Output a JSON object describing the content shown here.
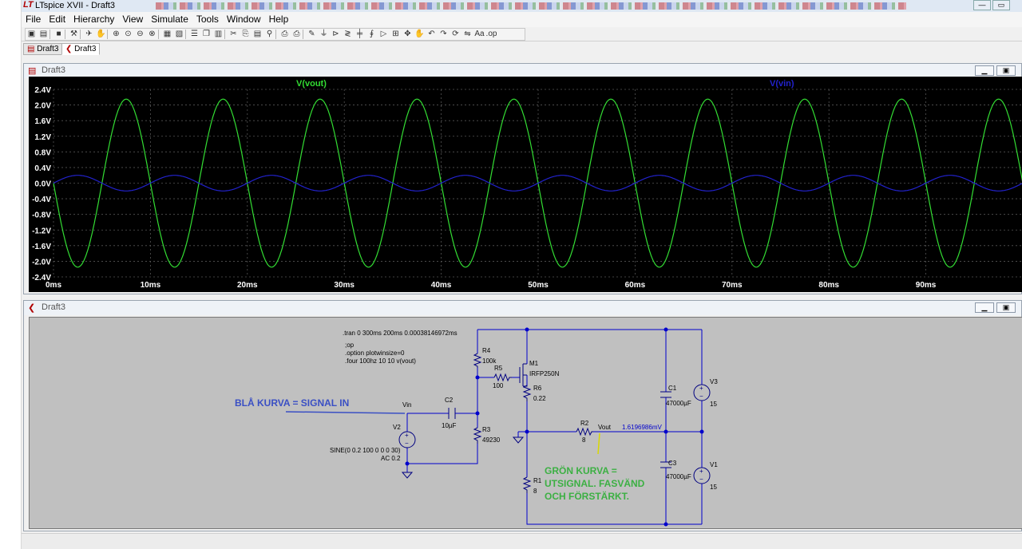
{
  "window": {
    "title": "LTspice XVII - Draft3"
  },
  "menu": [
    "File",
    "Edit",
    "Hierarchy",
    "View",
    "Simulate",
    "Tools",
    "Window",
    "Help"
  ],
  "tabs": [
    {
      "label": "Draft3",
      "icon": "waveform-icon"
    },
    {
      "label": "Draft3",
      "icon": "schematic-icon"
    }
  ],
  "plot_window": {
    "title": "Draft3"
  },
  "schematic_window": {
    "title": "Draft3"
  },
  "chart_data": {
    "type": "line",
    "x_unit": "ms",
    "xlim": [
      0,
      100
    ],
    "ylim": [
      -2.4,
      2.4
    ],
    "x_ticks": [
      "0ms",
      "10ms",
      "20ms",
      "30ms",
      "40ms",
      "50ms",
      "60ms",
      "70ms",
      "80ms",
      "90ms"
    ],
    "x_tick_values": [
      0,
      10,
      20,
      30,
      40,
      50,
      60,
      70,
      80,
      90
    ],
    "y_ticks": [
      "2.4V",
      "2.0V",
      "1.6V",
      "1.2V",
      "0.8V",
      "0.4V",
      "0.0V",
      "-0.4V",
      "-0.8V",
      "-1.2V",
      "-1.6V",
      "-2.0V",
      "-2.4V"
    ],
    "y_tick_values": [
      2.4,
      2.0,
      1.6,
      1.2,
      0.8,
      0.4,
      0.0,
      -0.4,
      -0.8,
      -1.2,
      -1.6,
      -2.0,
      -2.4
    ],
    "grid": true,
    "series": [
      {
        "name": "V(vout)",
        "color": "#33dd33",
        "amplitude": 2.15,
        "frequency_hz": 100,
        "phase_deg": 180
      },
      {
        "name": "V(vin)",
        "color": "#2222cc",
        "amplitude": 0.2,
        "frequency_hz": 100,
        "phase_deg": 0
      }
    ]
  },
  "schematic": {
    "directives": {
      "tran": ".tran 0 300ms 200ms 0.00038146972ms",
      "op": ";op",
      "option": ".option plotwinsize=0",
      "four": ".four 100hz 10 10 v(vout)"
    },
    "components": {
      "R4": {
        "name": "R4",
        "value": "100k"
      },
      "R5": {
        "name": "R5",
        "value": "100"
      },
      "M1": {
        "name": "M1",
        "value": "IRFP250N"
      },
      "R6": {
        "name": "R6",
        "value": "0.22"
      },
      "C2": {
        "name": "C2",
        "value": "10µF"
      },
      "R3": {
        "name": "R3",
        "value": "49230"
      },
      "V2": {
        "name": "V2",
        "value": "SINE(0 0.2 100 0 0 0 30)",
        "ac": "AC 0.2"
      },
      "R2": {
        "name": "R2",
        "value": "8"
      },
      "R1": {
        "name": "R1",
        "value": "8"
      },
      "C1": {
        "name": "C1",
        "value": "47000µF"
      },
      "C3": {
        "name": "C3",
        "value": "47000µF"
      },
      "V3": {
        "name": "V3",
        "value": "15"
      },
      "V1": {
        "name": "V1",
        "value": "15"
      }
    },
    "net_labels": {
      "vin": "Vin",
      "vout": "Vout",
      "vout_value": "1.6196986mV"
    },
    "annotations": {
      "blue": "BLÅ KURVA = SIGNAL IN",
      "green_line1": "GRÖN KURVA =",
      "green_line2": "UTSIGNAL. FASVÄND",
      "green_line3": "OCH FÖRSTÄRKT."
    },
    "colors": {
      "annotation_blue": "#3a4fc4",
      "annotation_green": "#3cb043",
      "wire": "#0000cc",
      "component": "#000080"
    }
  }
}
